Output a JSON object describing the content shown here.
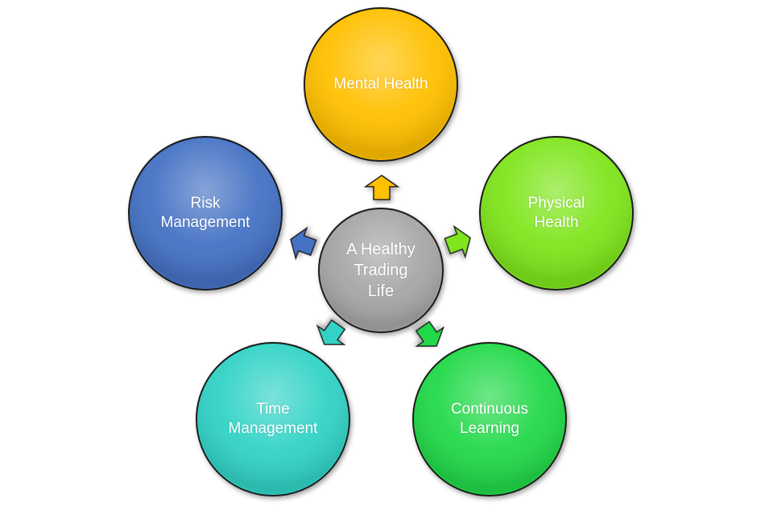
{
  "center": {
    "label": "A Healthy\nTrading\nLife",
    "color": "#a6a6a6"
  },
  "nodes": [
    {
      "id": "mental-health",
      "label": "Mental Health",
      "color": "#ffc000"
    },
    {
      "id": "physical-health",
      "label": "Physical\nHealth",
      "color": "#7fe51c"
    },
    {
      "id": "continuous-learning",
      "label": "Continuous\nLearning",
      "color": "#22d94a"
    },
    {
      "id": "time-management",
      "label": "Time\nManagement",
      "color": "#33d3c6"
    },
    {
      "id": "risk-management",
      "label": "Risk\nManagement",
      "color": "#4472c4"
    }
  ]
}
